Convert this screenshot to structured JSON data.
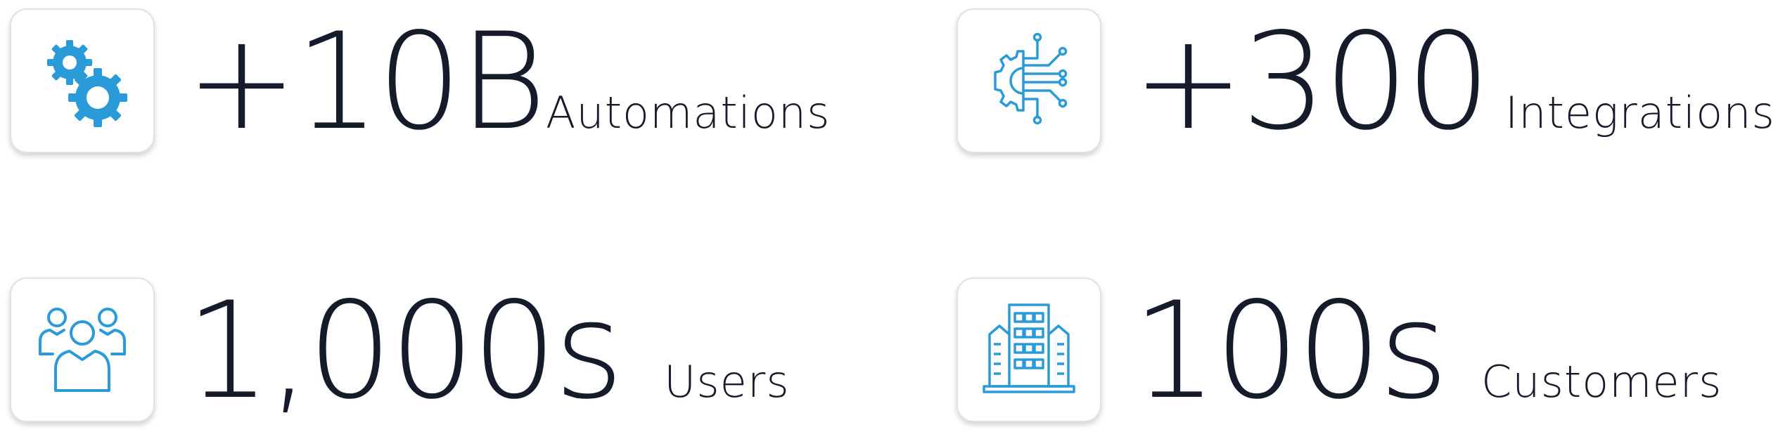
{
  "colors": {
    "icon_blue": "#2a9bd8",
    "text_dark": "#151b2b",
    "card_border": "#e2e2e2"
  },
  "stats": [
    {
      "value": "+10B",
      "label": "Automations",
      "icon": "gears-icon"
    },
    {
      "value": "+300",
      "label": "Integrations",
      "icon": "circuit-gear-icon"
    },
    {
      "value": "1,000s",
      "label": "Users",
      "icon": "users-icon"
    },
    {
      "value": "100s",
      "label": "Customers",
      "icon": "building-icon"
    }
  ]
}
